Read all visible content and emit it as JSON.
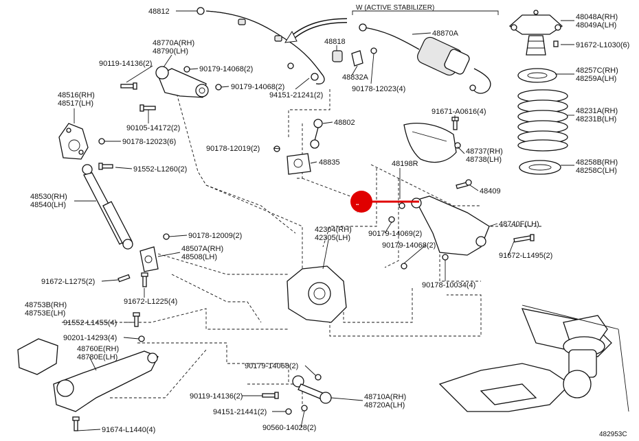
{
  "callouts": {
    "p48812": "48812",
    "active_stabilizer": "W (ACTIVE STABILIZER)",
    "p48870a": "48870A",
    "p48048a": "48048A(RH)",
    "p48049a": "48049A(LH)",
    "p91672_l1030": "91672-L1030(6)",
    "p48770a": "48770A(RH)",
    "p48790": "48790(LH)",
    "p48818": "48818",
    "p90119_14136_top": "90119-14136(2)",
    "p90179_14068_a": "90179-14068(2)",
    "p90179_14068_b": "90179-14068(2)",
    "p48832a": "48832A",
    "p48257c": "48257C(RH)",
    "p48259a": "48259A(LH)",
    "p48516": "48516(RH)",
    "p48517": "48517(LH)",
    "p94151_21241": "94151-21241(2)",
    "p90178_12023_4": "90178-12023(4)",
    "p90105_14172": "90105-14172(2)",
    "p91671_a0616": "91671-A0616(4)",
    "p48231a": "48231A(RH)",
    "p48231b": "48231B(LH)",
    "p48802": "48802",
    "p90178_12023_6": "90178-12023(6)",
    "p90178_12019": "90178-12019(2)",
    "p48737": "48737(RH)",
    "p48738": "48738(LH)",
    "p48835": "48835",
    "p48198r": "48198R",
    "p91552_l1260": "91552-L1260(2)",
    "p48258b": "48258B(RH)",
    "p48258c": "48258C(LH)",
    "p48409": "48409",
    "p48530": "48530(RH)",
    "p48540": "48540(LH)",
    "p48740f": "48740F(LH)",
    "p42304": "42304(RH)",
    "p42305": "42305(LH)",
    "p90179_14069": "90179-14069(2)",
    "p90178_12009": "90178-12009(2)",
    "p90179_14068_c": "90179-14068(2)",
    "p48507a": "48507A(RH)",
    "p48508": "48508(LH)",
    "p91672_l1495": "91672-L1495(2)",
    "p91672_l1275": "91672-L1275(2)",
    "p90178_10034": "90178-10034(4)",
    "p91672_l1225": "91672-L1225(4)",
    "p48753b": "48753B(RH)",
    "p48753e": "48753E(LH)",
    "p91552_l1455": "91552-L1455(4)",
    "p90201_14293": "90201-14293(4)",
    "p48760e": "48760E(RH)",
    "p48780e": "48780E(LH)",
    "p90179_14068_d": "90179-14068(2)",
    "p90119_14136_bot": "90119-14136(2)",
    "p48710a": "48710A(RH)",
    "p48720a": "48720A(LH)",
    "p94151_21441": "94151-21441(2)",
    "p90560_14028": "90560-14028(2)",
    "p91674_l1440": "91674-L1440(4)",
    "diagram_code": "482953C"
  },
  "colors": {
    "ink": "#111111",
    "marker": "#e00000"
  },
  "marker": {
    "label": "▪▪"
  }
}
